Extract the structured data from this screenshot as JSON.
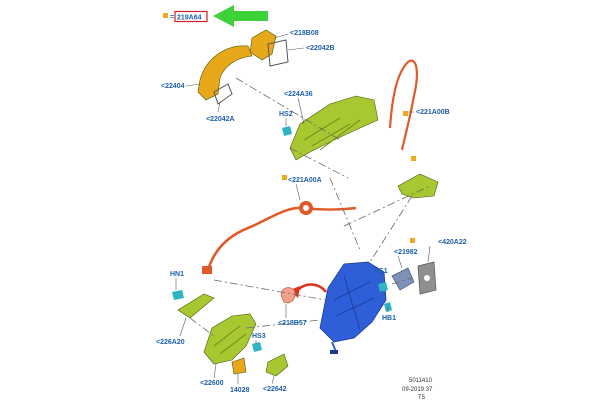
{
  "colors": {
    "part_green": "#a8c832",
    "part_yellow": "#e6a818",
    "cable_red": "#e05a2a",
    "latch_blue": "#2f5fd8",
    "clip_cyan": "#2fb4c4",
    "label_blue": "#1d5fa8",
    "arrow_green": "#3dd23a",
    "arrow_red": "#e0301e",
    "marker_orange": "#f0a81e",
    "highlight_red": "#d0202a"
  },
  "header": {
    "equals": "=",
    "part_code": "219A64"
  },
  "labels": {
    "l_218B08": "<218B08",
    "l_22042B": "<22042B",
    "l_22404": "<22404",
    "l_22042A": "<22042A",
    "l_224A36": "<224A36",
    "l_HS2": "HS2",
    "l_221A00B": "<221A00B",
    "l_221A00A": "<221A00A",
    "l_HN1": "HN1",
    "l_226A20": "<226A20",
    "l_21982": "<21982",
    "l_420A22": "<420A22",
    "l_HS1": "HS1",
    "l_HB1": "HB1",
    "l_218B57": "<218B57",
    "l_HS3": "HS3",
    "l_22600": "<22600",
    "l_14028": "14028",
    "l_22642": "<22642"
  },
  "footer": {
    "doc_number": "5011410",
    "date": "09-2019 37",
    "code": "T5"
  }
}
